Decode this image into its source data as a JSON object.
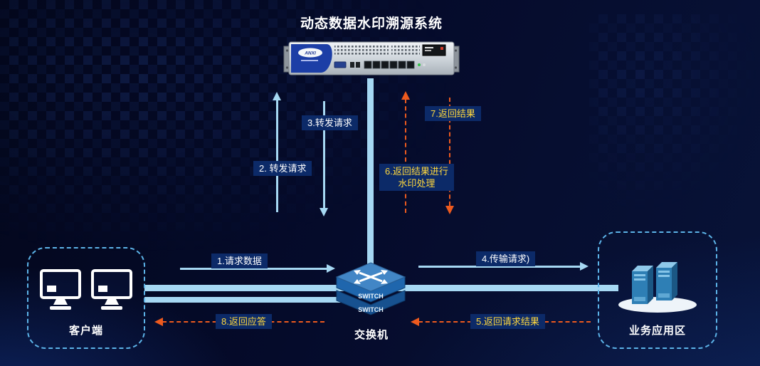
{
  "title": "动态数据水印溯源系统",
  "server": {
    "logo_text": "ANXI"
  },
  "nodes": {
    "client": {
      "label": "客户端"
    },
    "switch": {
      "label": "交换机",
      "face_text": "SWITCH"
    },
    "app_zone": {
      "label": "业务应用区"
    }
  },
  "flows": {
    "f1": "1.请求数据",
    "f2": "2. 转发请求",
    "f3": "3.转发请求",
    "f4": "4.传输请求)",
    "f5": "5.返回请求结果",
    "f6_line1": "6.返回结果进行",
    "f6_line2": "水印处理",
    "f7": "7.返回结果",
    "f8": "8.返回应答"
  },
  "colors": {
    "flow_forward_blue": "#a6d8f3",
    "flow_return_orange": "#ed5a1e",
    "label_bg": "#0c2a68",
    "label_yellow": "#ffd83e",
    "zone_border": "#5cb3e8",
    "background": "#050b2b"
  }
}
